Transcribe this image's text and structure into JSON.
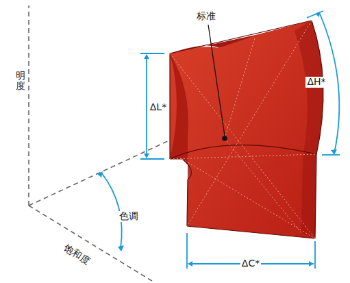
{
  "diagram": {
    "labels": [
      "标准",
      "ΔL*",
      "ΔH*",
      "明度",
      "色调",
      "饱和度",
      "ΔC*"
    ]
  }
}
